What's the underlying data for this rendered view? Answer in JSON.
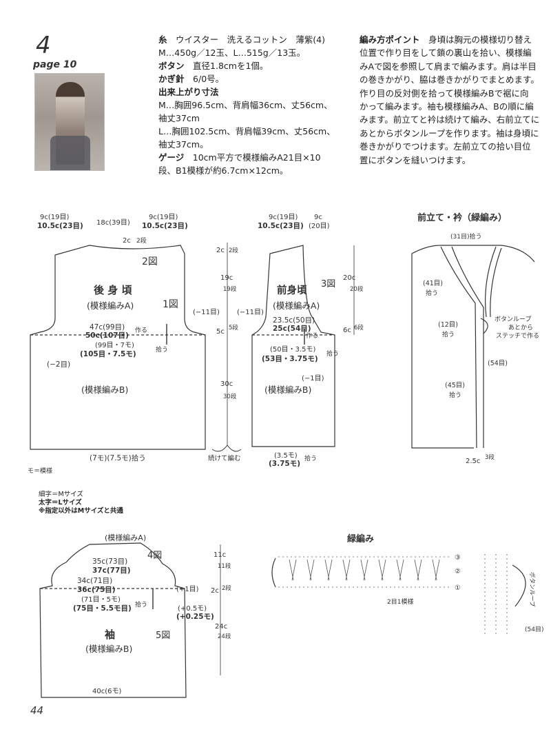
{
  "header": {
    "pattern_number": "4",
    "page_ref": "page 10"
  },
  "specs": {
    "yarn_label": "糸",
    "yarn_value": "ウイスター　洗えるコットン　薄紫(4)",
    "yarn_amount": "M…450g／12玉、L…515g／13玉。",
    "button_label": "ボタン",
    "button_value": "直径1.8cmを1個。",
    "hook_label": "かぎ針",
    "hook_value": "6/0号。",
    "size_label": "出来上がり寸法",
    "size_m_1": "M…胸囲96.5cm、背肩幅36cm、丈56cm、",
    "size_m_2": "袖丈37cm",
    "size_l_1": "L…胸囲102.5cm、背肩幅39cm、丈56cm、",
    "size_l_2": "袖丈37cm。",
    "gauge_label": "ゲージ",
    "gauge_1": "10cm平方で模様編みA21目×10",
    "gauge_2": "段、B1模様が約6.7cm×12cm。"
  },
  "points": {
    "title": "編み方ポイント",
    "lines": [
      "身頃は胸元の模様切り替え",
      "位置で作り目をして鎖の裏山を拾い、模様編",
      "みAで図を参照して肩まで編みます。肩は半目",
      "の巻きかがり、脇は巻きかがりでまとめます。",
      "作り目の反対側を拾って模様編みBで裾に向",
      "かって編みます。袖も模様編みA、Bの順に編",
      "みます。前立てと衿は続けて編み、右前立てに",
      "あとからボタンループを作ります。袖は身頃に",
      "巻きかがりでつけます。左前立ての拾い目位",
      "置にボタンを縫いつけます。"
    ]
  },
  "back": {
    "top_left_m": "9c(19目)",
    "top_left_l": "10.5c(23目)",
    "top_mid": "18c(39目)",
    "top_right_m": "9c(19目)",
    "top_right_l": "10.5c(23目)",
    "neck_depth": "2c",
    "neck_rows": "2段",
    "fig2": "2図",
    "title": "後 身 頃",
    "pattern_a": "(模様編みA)",
    "fig1": "1図",
    "armhole_dec": "(−11目)",
    "chain_m": "47c(99目)",
    "chain_l": "50c(107目)",
    "chain_make": "作る",
    "pick_m": "(99目・7モ)",
    "pick_l": "(105目・7.5モ)",
    "pick_label": "拾う",
    "minus2": "(−2目)",
    "pattern_b": "(模様編みB)",
    "hem": "(7モ)(7.5モ)拾う",
    "moyou_note": "モ＝模様"
  },
  "center_dims": {
    "top_2c": "2c",
    "top_2r": "2段",
    "arm_19c": "19c",
    "arm_19r": "19段",
    "side_5c": "5c",
    "side_5r": "5段",
    "body_30c": "30c",
    "body_30r": "30段",
    "continue": "続けて編む"
  },
  "front": {
    "top_m": "9c(19目)",
    "top_l": "10.5c(23目)",
    "top_right_c": "9c",
    "top_right_r": "(20目)",
    "title": "前身頃",
    "pattern_a": "(模様編みA)",
    "fig3": "3図",
    "armhole_dec": "(−11目)",
    "chain_m": "23.5c(50目)",
    "chain_l": "25c(54目)",
    "chain_make": "作る",
    "pick_m": "(50目・3.5モ)",
    "pick_l": "(53目・3.75モ)",
    "pick_label": "拾う",
    "minus1": "(−1目)",
    "pattern_b": "(模様編みB)",
    "hem_m": "(3.5モ)",
    "hem_l": "(3.75モ)",
    "hem_pick": "拾う",
    "side_20c": "20c",
    "side_20r": "20段",
    "side_6c": "6c",
    "side_6r": "6段"
  },
  "band": {
    "title": "前立て・衿（緑編み）",
    "top_pick": "(31目)拾う",
    "left41": "(41目)",
    "left41p": "拾う",
    "left12": "(12目)",
    "left12p": "拾う",
    "loop_1": "ボタンループ",
    "loop_2": "あとから",
    "loop_3": "ステッチで作る",
    "right54": "(54目)",
    "left45": "(45目)",
    "left45p": "拾う",
    "bottom_c": "2.5c",
    "bottom_r": "3段"
  },
  "notes": {
    "thin": "細字＝Mサイズ",
    "bold": "太字＝Lサイズ",
    "common": "※指定以外はMサイズと共通"
  },
  "sleeve": {
    "pattern_a_top": "(模様編みA)",
    "fig4": "4図",
    "cap_m": "35c(73目)",
    "cap_l": "37c(77目)",
    "mid_m": "34c(71目)",
    "mid_l": "36c(75目)",
    "plus1": "(+1目)",
    "pick_m": "(71目・5モ)",
    "pick_l": "(75目・5.5モ目)",
    "pick_label": "拾う",
    "plus05": "(+0.5モ)",
    "plus025": "(+0.25モ)",
    "title": "袖",
    "pattern_b": "(模様編みB)",
    "fig5": "5図",
    "bottom": "40c(6モ)",
    "r11c": "11c",
    "r11r": "11段",
    "r2c": "2c",
    "r2r": "2段",
    "r24c": "24c",
    "r24r": "24段"
  },
  "border": {
    "title": "緑編み",
    "row3": "③",
    "row2": "②",
    "row1": "①",
    "repeat": "2目1模様",
    "loop": "ボタンループ",
    "count54": "(54目)"
  },
  "footer": {
    "page_number": "44"
  }
}
